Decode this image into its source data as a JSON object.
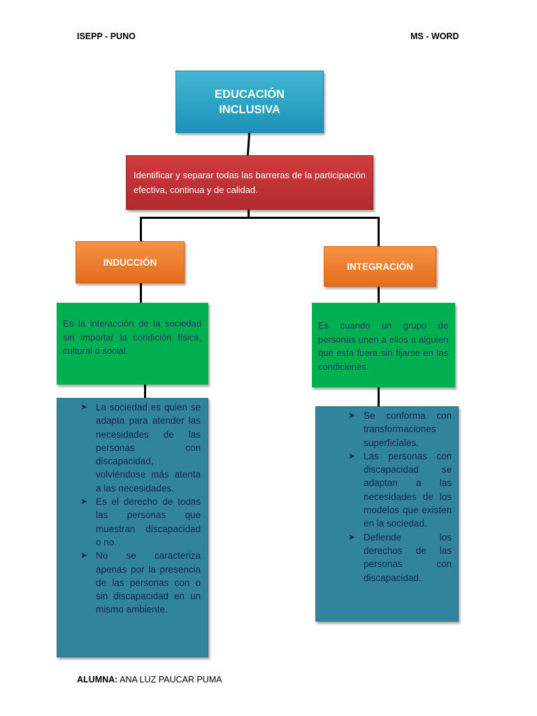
{
  "header": {
    "left": "ISEPP - PUNO",
    "right": "MS - WORD"
  },
  "diagram": {
    "title": "EDUCACIÓN\nINCLUSIVA",
    "definition": "Identificar y separar todas las barreras de la participación efectiva, continua y de calidad.",
    "left_branch": {
      "label": "INDUCCIÓN",
      "description": "Es la interacción de la sociedad sin importar la condición física, cultural o social.",
      "bullets": [
        "La sociedad es quien se adapta para atender las necesidades de las personas con discapacidad, volviéndose más atenta a las necesidades.",
        "Es el derecho de todas las personas que muestran discapacidad o no.",
        "No se caracteriza apenas por la presencia de las personas con o sin discapacidad en un mismo ambiente."
      ]
    },
    "right_branch": {
      "label": "INTEGRACIÓN",
      "description": "Es cuando un grupo de personas unen a ellos a alguien que esta fuera sin fijarse en las condiciones.",
      "bullets": [
        "Se conforma con transformaciones superficiales.",
        "Las personas con discapacidad se adaptan a las necesidades de los modelos que existen en la sociedad.",
        "Defiende los derechos de las personas con discapacidad."
      ]
    }
  },
  "footer": {
    "label": "ALUMNA:",
    "name": "ANA LUZ PAUCAR PUMA"
  },
  "colors": {
    "title_box": "#1a91b6",
    "definition_box": "#c0393b",
    "branch_label_box": "#ee7d2f",
    "description_box": "#00b050",
    "bullet_box": "#31849b",
    "bullet_text": "#10294f"
  },
  "icons": {
    "bullet": "arrowhead-bullet-icon"
  }
}
